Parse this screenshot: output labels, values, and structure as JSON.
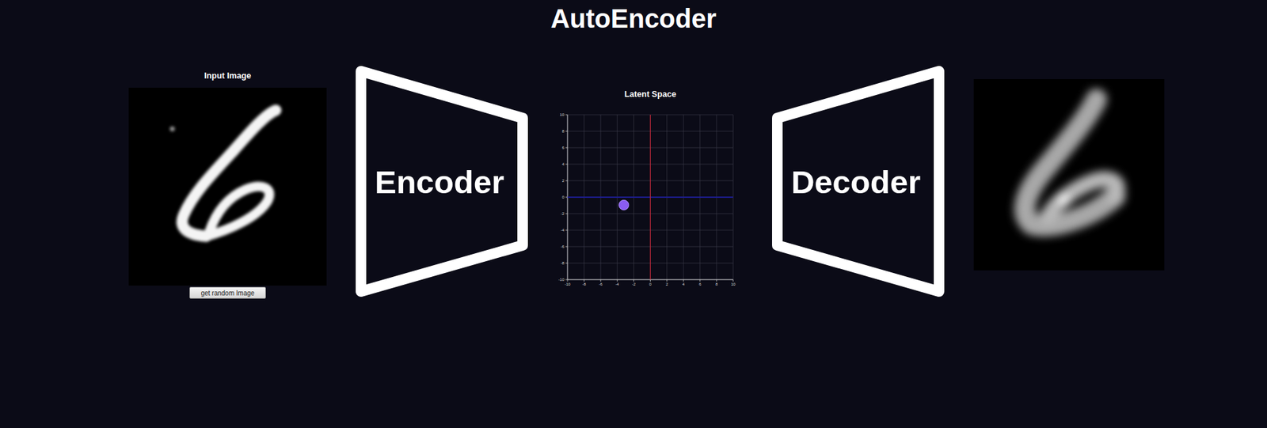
{
  "diagram": {
    "title": "AutoEncoder",
    "nodes": [
      {
        "text": [
          "Input Image"
        ]
      },
      {
        "text": [
          "get random Image"
        ]
      },
      {
        "text": [
          "Encoder"
        ]
      },
      {
        "text": [
          "Latent Space"
        ]
      },
      {
        "text": [
          "Decoder"
        ]
      }
    ],
    "labels": [
      "10",
      "8",
      "6",
      "4",
      "2",
      "0",
      "-2",
      "-4",
      "-6",
      "-8",
      "-10",
      "-10",
      "-8",
      "-6",
      "-4",
      "-2",
      "0",
      "2",
      "4",
      "6",
      "8",
      "10"
    ]
  }
}
